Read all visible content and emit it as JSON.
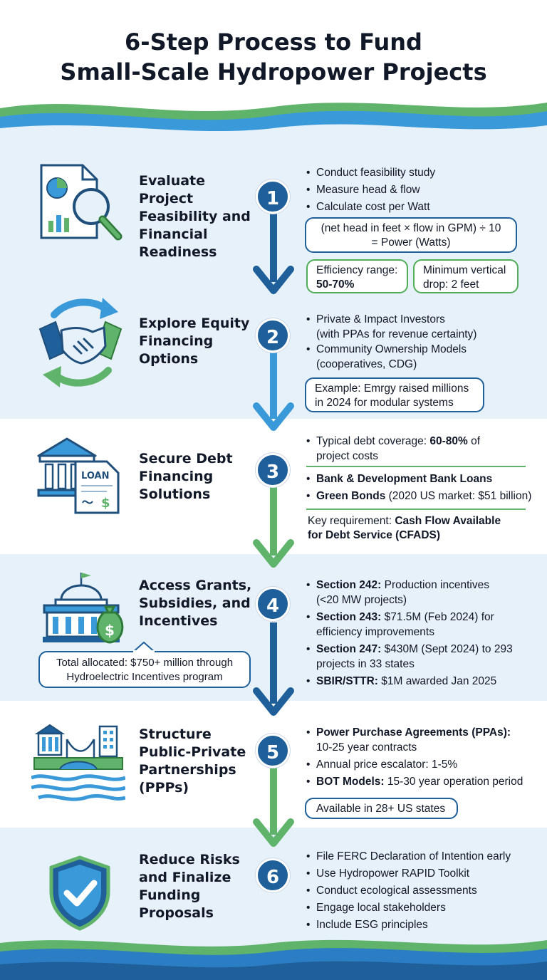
{
  "title": {
    "line1": "6-Step Process to Fund",
    "line2": "Small-Scale Hydropower Projects"
  },
  "steps": [
    {
      "number": "1",
      "title": "Evaluate Project Feasibility and Financial Readiness",
      "bullets": [
        "Conduct feasibility study",
        "Measure head & flow",
        "Calculate cost per Watt"
      ],
      "formula_line1": "(net head in feet × flow in GPM) ÷ 10",
      "formula_line2": "= Power (Watts)",
      "box_left_line1": "Efficiency range:",
      "box_left_line2": "50-70%",
      "box_right_line1": "Minimum vertical",
      "box_right_line2": "drop: 2 feet"
    },
    {
      "number": "2",
      "title": "Explore Equity Financing Options",
      "bullets": [
        "Private & Impact Investors",
        "(with PPAs for revenue certainty)",
        "Community Ownership Models",
        "(cooperatives, CDG)"
      ],
      "example_line1": "Example: Emrgy raised millions",
      "example_line2": "in 2024 for modular systems"
    },
    {
      "number": "3",
      "title": "Secure Debt Financing Solutions",
      "coverage_prefix": "Typical debt coverage: ",
      "coverage_bold": "60-80%",
      "coverage_suffix": " of",
      "coverage_line2": "project costs",
      "loans_bold": "Bank & Development Bank Loans",
      "bonds_bold": "Green Bonds",
      "bonds_rest": " (2020 US market: $51 billion)",
      "key_prefix": "Key requirement: ",
      "key_bold1": "Cash Flow Available",
      "key_bold2": "for Debt Service (CFADS)",
      "loan_icon_text": "LOAN"
    },
    {
      "number": "4",
      "title": "Access Grants, Subsidies, and Incentives",
      "s242_bold": "Section 242:",
      "s242_rest": " Production incentives",
      "s242_line2": "(<20 MW projects)",
      "s243_bold": "Section 243:",
      "s243_rest": " $71.5M (Feb 2024) for",
      "s243_line2": "efficiency improvements",
      "s247_bold": "Section 247:",
      "s247_rest": " $430M (Sept 2024) to 293",
      "s247_line2": "projects in 33 states",
      "sbir_bold": "SBIR/STTR:",
      "sbir_rest": " $1M awarded Jan 2025",
      "total_line1": "Total allocated: $750+ million through",
      "total_line2": "Hydroelectric Incentives program"
    },
    {
      "number": "5",
      "title": "Structure Public-Private Partnerships (PPPs)",
      "ppa_bold": "Power Purchase Agreements (PPAs):",
      "ppa_line2": "10-25 year contracts",
      "escalator": "Annual price escalator: 1-5%",
      "bot_bold": "BOT Models:",
      "bot_rest": " 15-30 year operation period",
      "available": "Available in 28+ US states"
    },
    {
      "number": "6",
      "title": "Reduce Risks and Finalize Funding Proposals",
      "bullets": [
        "File FERC Declaration of Intention early",
        "Use Hydropower RAPID Toolkit",
        "Conduct ecological assessments",
        "Engage local stakeholders",
        "Include ESG principles"
      ]
    }
  ],
  "colors": {
    "navy": "#1f5f9a",
    "sky": "#3a9ad9",
    "green": "#5fb36a",
    "band": "#e6f1fa"
  }
}
